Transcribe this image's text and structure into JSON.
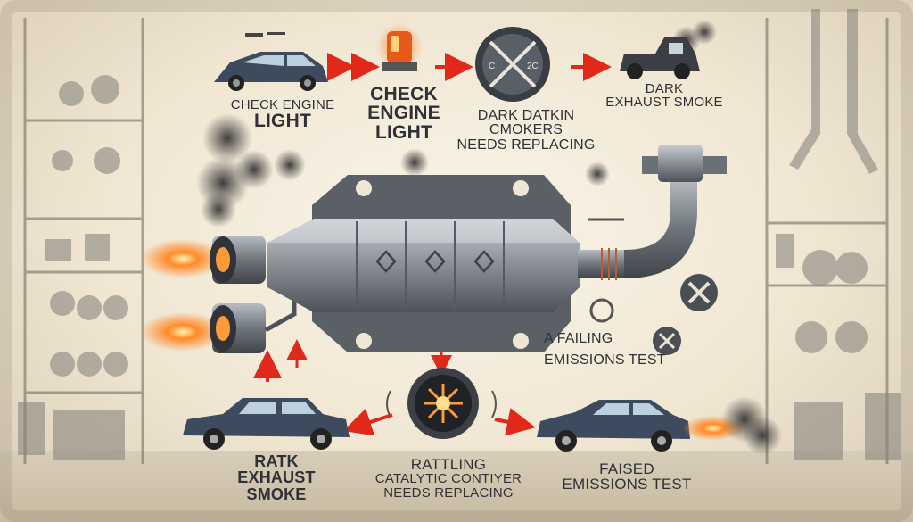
{
  "top": {
    "step1": {
      "line1": "CHECK ENGINE",
      "line2": "LIGHT"
    },
    "step2": {
      "line1": "CHECK",
      "line2": "ENGINE",
      "line3": "LIGHT"
    },
    "step3": {
      "line1": "DARK DATKIN",
      "line2": "CMOKERS",
      "line3": "NEEDS REPLACING"
    },
    "step4": {
      "line1": "DARK",
      "line2": "EXHAUST SMOKE"
    }
  },
  "gauge_text": {
    "left": "C",
    "right": "2C"
  },
  "middle_right": {
    "line1": "A FAILING",
    "line2": "EMISSIONS TEST"
  },
  "bottom": {
    "left": {
      "line1": "RATK",
      "line2": "EXHAUST",
      "line3": "SMOKE"
    },
    "center": {
      "line1": "RATTLING",
      "line2": "CATALYTIC CONTIYER",
      "line3": "NEEDS REPLACING"
    },
    "right": {
      "line1": "FAISED",
      "line2": "EMISSIONS TEST"
    }
  },
  "colors": {
    "arrow": "#e0291b",
    "metal": "#8e949a",
    "smoke": "#3b3b3b",
    "car": "#3e4a5e",
    "glow": "#ff7a1c"
  }
}
